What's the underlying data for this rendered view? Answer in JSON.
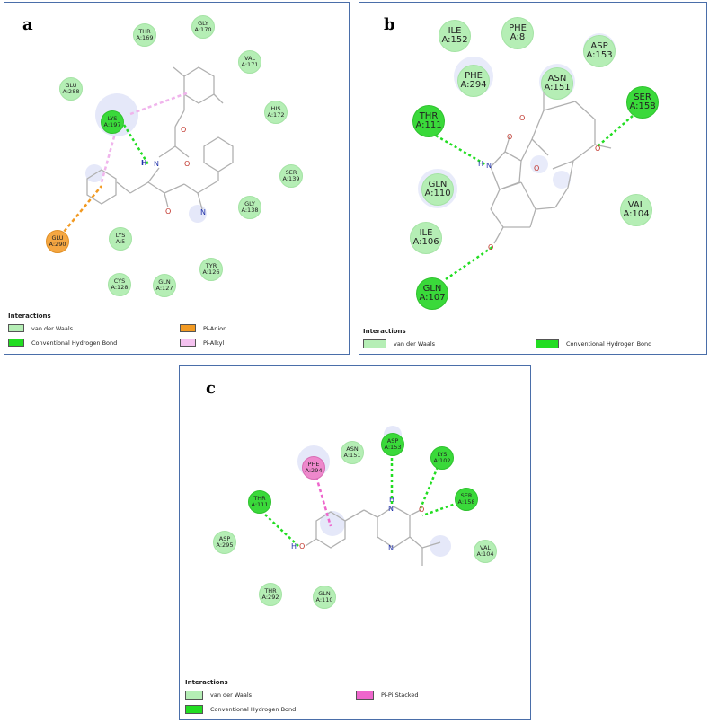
{
  "panel_a": {
    "label": "a",
    "residues": [
      {
        "id": "thr169",
        "name": "THR",
        "num": "A:169",
        "kind": "vdw"
      },
      {
        "id": "gly170",
        "name": "GLY",
        "num": "A:170",
        "kind": "vdw"
      },
      {
        "id": "val171",
        "name": "VAL",
        "num": "A:171",
        "kind": "vdw"
      },
      {
        "id": "glu288",
        "name": "GLU",
        "num": "A:288",
        "kind": "vdw"
      },
      {
        "id": "his172",
        "name": "HIS",
        "num": "A:172",
        "kind": "vdw"
      },
      {
        "id": "lys197",
        "name": "LYS",
        "num": "A:197",
        "kind": "hb"
      },
      {
        "id": "ser139",
        "name": "SER",
        "num": "A:139",
        "kind": "vdw"
      },
      {
        "id": "gly138",
        "name": "GLY",
        "num": "A:138",
        "kind": "vdw"
      },
      {
        "id": "glu290",
        "name": "GLU",
        "num": "A:290",
        "kind": "pa"
      },
      {
        "id": "lys5",
        "name": "LYS",
        "num": "A:5",
        "kind": "vdw"
      },
      {
        "id": "tyr126",
        "name": "TYR",
        "num": "A:126",
        "kind": "vdw"
      },
      {
        "id": "cys128",
        "name": "CYS",
        "num": "A:128",
        "kind": "vdw"
      },
      {
        "id": "gln127",
        "name": "GLN",
        "num": "A:127",
        "kind": "vdw"
      }
    ],
    "atoms": {
      "n1": "N",
      "h1": "H",
      "o1": "O",
      "o2": "O",
      "o3": "O",
      "n2": "N"
    },
    "legend": {
      "title": "Interactions",
      "items": [
        "van der Waals",
        "Conventional Hydrogen Bond",
        "Pi-Anion",
        "Pi-Alkyl"
      ]
    }
  },
  "panel_b": {
    "label": "b",
    "residues": [
      {
        "id": "ile152",
        "name": "ILE",
        "num": "A:152",
        "kind": "vdw"
      },
      {
        "id": "phe8",
        "name": "PHE",
        "num": "A:8",
        "kind": "vdw"
      },
      {
        "id": "asp153",
        "name": "ASP",
        "num": "A:153",
        "kind": "vdw"
      },
      {
        "id": "phe294",
        "name": "PHE",
        "num": "A:294",
        "kind": "vdw"
      },
      {
        "id": "asn151",
        "name": "ASN",
        "num": "A:151",
        "kind": "vdw"
      },
      {
        "id": "thr111",
        "name": "THR",
        "num": "A:111",
        "kind": "hb"
      },
      {
        "id": "ser158",
        "name": "SER",
        "num": "A:158",
        "kind": "hb"
      },
      {
        "id": "gln110",
        "name": "GLN",
        "num": "A:110",
        "kind": "vdw"
      },
      {
        "id": "val104",
        "name": "VAL",
        "num": "A:104",
        "kind": "vdw"
      },
      {
        "id": "ile106",
        "name": "ILE",
        "num": "A:106",
        "kind": "vdw"
      },
      {
        "id": "gln107",
        "name": "GLN",
        "num": "A:107",
        "kind": "hb"
      }
    ],
    "atoms": {
      "h1": "H",
      "n1": "N",
      "o1": "O",
      "o2": "O",
      "o3": "O",
      "o4": "O",
      "o5": "O"
    },
    "legend": {
      "title": "Interactions",
      "items": [
        "van der Waals",
        "Conventional Hydrogen Bond"
      ]
    }
  },
  "panel_c": {
    "label": "c",
    "residues": [
      {
        "id": "phe294",
        "name": "PHE",
        "num": "A:294",
        "kind": "pp"
      },
      {
        "id": "asn151",
        "name": "ASN",
        "num": "A:151",
        "kind": "vdw"
      },
      {
        "id": "asp153",
        "name": "ASP",
        "num": "A:153",
        "kind": "hb"
      },
      {
        "id": "lys102",
        "name": "LYS",
        "num": "A:102",
        "kind": "hb"
      },
      {
        "id": "thr111",
        "name": "THR",
        "num": "A:111",
        "kind": "hb"
      },
      {
        "id": "ser158",
        "name": "SER",
        "num": "A:158",
        "kind": "hb"
      },
      {
        "id": "asp295",
        "name": "ASP",
        "num": "A:295",
        "kind": "vdw"
      },
      {
        "id": "val104",
        "name": "VAL",
        "num": "A:104",
        "kind": "vdw"
      },
      {
        "id": "thr292",
        "name": "THR",
        "num": "A:292",
        "kind": "vdw"
      },
      {
        "id": "gln110",
        "name": "GLN",
        "num": "A:110",
        "kind": "vdw"
      }
    ],
    "atoms": {
      "h1": "H",
      "o1": "O",
      "n1": "N",
      "h2": "H",
      "n2": "N",
      "o2": "O"
    },
    "legend": {
      "title": "Interactions",
      "items": [
        "van der Waals",
        "Conventional Hydrogen Bond",
        "Pi-Pi Stacked"
      ]
    }
  },
  "colors": {
    "vdw": "#b5eeb5",
    "hbond": "#3ad93a",
    "pi_anion": "#f5a742",
    "pi_alkyl": "#f4c2ef",
    "pi_pi_stacked": "#ee88cc",
    "frame": "#4a6ea9"
  }
}
